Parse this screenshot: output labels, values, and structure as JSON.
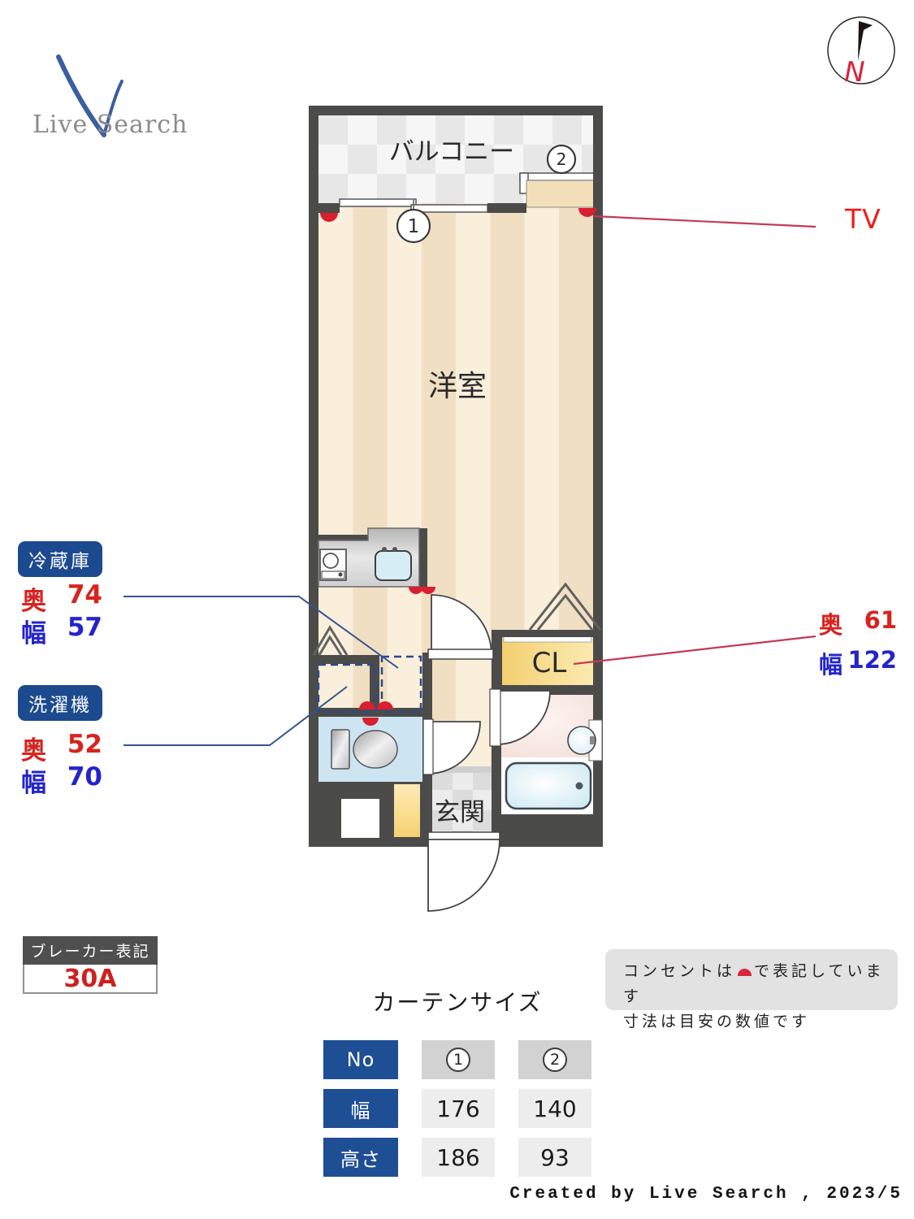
{
  "logo": {
    "text": "Live Search"
  },
  "compass": {
    "label": "N"
  },
  "floorplan": {
    "rooms": {
      "balcony": "バルコニー",
      "main_room": "洋室",
      "closet": "CL",
      "entrance": "玄関"
    },
    "markers": {
      "m1": "1",
      "m2": "2"
    },
    "tv_label": "TV",
    "closet_dims": {
      "depth_label": "奥",
      "depth_value": "61",
      "width_label": "幅",
      "width_value": "122"
    }
  },
  "appliances": {
    "fridge": {
      "title": "冷蔵庫",
      "depth_label": "奥",
      "depth_value": "74",
      "width_label": "幅",
      "width_value": "57"
    },
    "washer": {
      "title": "洗濯機",
      "depth_label": "奥",
      "depth_value": "52",
      "width_label": "幅",
      "width_value": "70"
    }
  },
  "breaker": {
    "title": "ブレーカー表記",
    "value": "30A"
  },
  "notes": {
    "line1_pre": "コンセントは",
    "line1_post": "で表記しています",
    "line2": "寸法は目安の数値です"
  },
  "curtain_table": {
    "title": "カーテンサイズ",
    "row_headers": {
      "no": "No",
      "width": "幅",
      "height": "高さ"
    },
    "columns": [
      {
        "no": "1",
        "width": "176",
        "height": "186"
      },
      {
        "no": "2",
        "width": "140",
        "height": "93"
      }
    ]
  },
  "credit": "Created by Live Search , 2023/5",
  "colors": {
    "wall": "#4b4b49",
    "label_blue_bg": "#1c4a8e",
    "table_blue": "#1e4e94",
    "dim_red": "#d8231f",
    "dim_blue": "#2424cc",
    "tv_red": "#ee1c1c",
    "outlet_red": "#da1f30",
    "leader_blue": "#35548e",
    "leader_red": "#c23a55",
    "closet_yellow": "#f5d478",
    "stripe_light": "#f9efdb",
    "stripe_dark": "#f1dfc4"
  }
}
